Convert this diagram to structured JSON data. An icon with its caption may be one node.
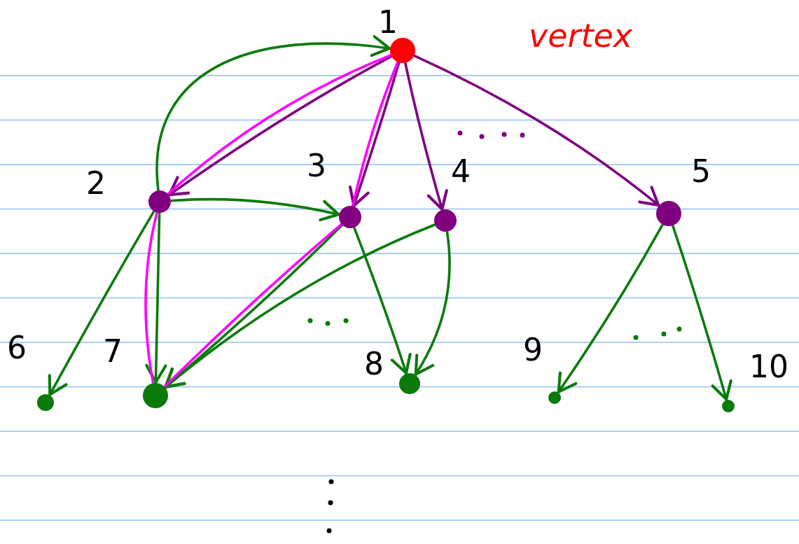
{
  "diagram": {
    "nodes": [
      {
        "text": [
          "1"
        ]
      },
      {
        "text": [
          "2"
        ]
      },
      {
        "text": [
          "3"
        ]
      },
      {
        "text": [
          "4"
        ]
      },
      {
        "text": [
          "5"
        ]
      },
      {
        "text": [
          "6"
        ]
      },
      {
        "text": [
          "7"
        ]
      },
      {
        "text": [
          "8"
        ]
      },
      {
        "text": [
          "9"
        ]
      },
      {
        "text": [
          "10"
        ]
      }
    ],
    "edges": [
      {
        "from": 0,
        "to": 1,
        "arrow": "to",
        "color": "#800080"
      },
      {
        "from": 0,
        "to": 2,
        "arrow": "to",
        "color": "#800080"
      },
      {
        "from": 0,
        "to": 3,
        "arrow": "to",
        "color": "#800080"
      },
      {
        "from": 0,
        "to": 4,
        "arrow": "to",
        "color": "#800080"
      },
      {
        "from": 1,
        "to": 0,
        "arrow": "to"
      },
      {
        "from": 1,
        "to": 2,
        "arrow": "to"
      },
      {
        "from": 1,
        "to": 5,
        "arrow": "to"
      },
      {
        "from": 1,
        "to": 6,
        "arrow": "to"
      },
      {
        "from": 2,
        "to": 6,
        "arrow": "to"
      },
      {
        "from": 3,
        "to": 6,
        "arrow": "to"
      },
      {
        "from": 2,
        "to": 7,
        "arrow": "to"
      },
      {
        "from": 3,
        "to": 7,
        "arrow": "to"
      },
      {
        "from": 4,
        "to": 8,
        "arrow": "to"
      },
      {
        "from": 4,
        "to": 9,
        "arrow": "to"
      },
      {
        "from": 0,
        "to": 1,
        "arrow": "none",
        "color": "#ff00ff"
      },
      {
        "from": 1,
        "to": 6,
        "arrow": "none",
        "color": "#ff00ff"
      },
      {
        "from": 0,
        "to": 2,
        "arrow": "none",
        "color": "#ff00ff"
      },
      {
        "from": 2,
        "to": 6,
        "arrow": "none",
        "color": "#ff00ff"
      }
    ],
    "labels": [
      "vertex"
    ]
  }
}
